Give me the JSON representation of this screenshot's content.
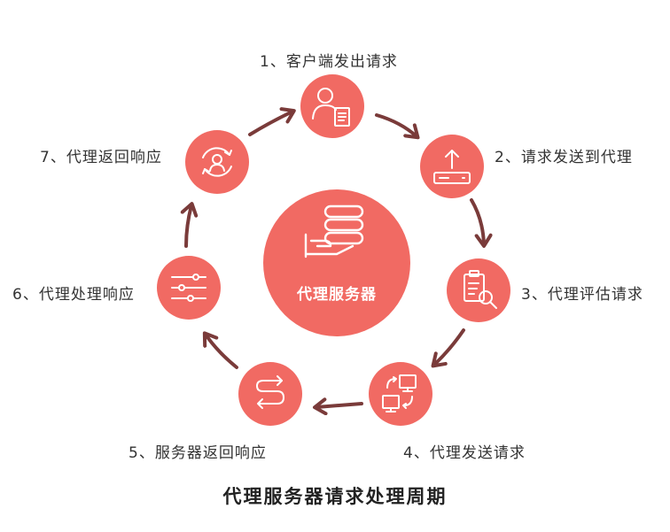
{
  "title": "代理服务器请求处理周期",
  "center": {
    "label": "代理服务器",
    "icon": "server-hand-icon"
  },
  "colors": {
    "node": "#F16A63",
    "center": "#F16A63",
    "arrow": "#7A3B3A",
    "icon_stroke": "#ffffff"
  },
  "steps": [
    {
      "label": "1、客户端发出请求",
      "icon": "user-document-icon"
    },
    {
      "label": "2、请求发送到代理",
      "icon": "upload-device-icon"
    },
    {
      "label": "3、代理评估请求",
      "icon": "clipboard-search-icon"
    },
    {
      "label": "4、代理发送请求",
      "icon": "computers-exchange-icon"
    },
    {
      "label": "5、服务器返回响应",
      "icon": "route-arrow-icon"
    },
    {
      "label": "6、代理处理响应",
      "icon": "sliders-icon"
    },
    {
      "label": "7、代理返回响应",
      "icon": "user-refresh-icon"
    }
  ]
}
